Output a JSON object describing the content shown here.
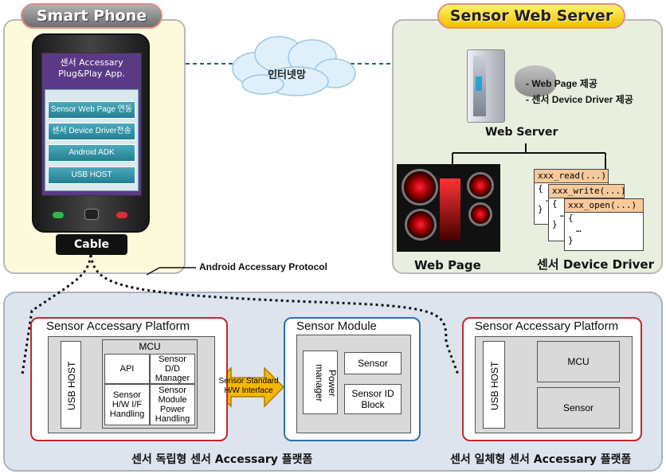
{
  "smartphone": {
    "title": "Smart Phone",
    "app_title_line1": "센서 Accessary",
    "app_title_line2": "Plug&Play App.",
    "menu": [
      {
        "label": "Sensor Web Page 연동"
      },
      {
        "label": "센서 Device Driver전송"
      },
      {
        "label": "Android ADK"
      },
      {
        "label": "USB HOST"
      }
    ],
    "cable_label": "Cable"
  },
  "internet_label": "인터넷망",
  "server": {
    "title": "Sensor Web Server",
    "notes": [
      "- Web Page 제공",
      "- 센서 Device Driver 제공"
    ],
    "server_label": "Web Server",
    "web_page_label": "Web Page",
    "device_driver_label": "센서 Device Driver",
    "code_cards": [
      {
        "head": "xxx_read(...)",
        "lines": [
          "{",
          "…",
          "}"
        ]
      },
      {
        "head": "xxx_write(...)",
        "lines": [
          "{",
          "…",
          "}"
        ]
      },
      {
        "head": "xxx_open(...)",
        "lines": [
          "{",
          "…",
          "}"
        ]
      }
    ]
  },
  "protocol_label": "Android Accessary Protocol",
  "platform_left": {
    "title": "Sensor Accessary Platform",
    "usb_host": "USB HOST",
    "mcu_title": "MCU",
    "cells": [
      "API",
      "Sensor D/D Manager",
      "Sensor H/W I/F Handling",
      "Sensor Module Power Handling"
    ]
  },
  "interface_label_line1": "Sensor Standard",
  "interface_label_line2": "H/W Interface",
  "sensor_module": {
    "title": "Sensor Module",
    "power_manager": "Power manager",
    "sensor": "Sensor",
    "sensor_id_block": "Sensor ID Block"
  },
  "platform_right": {
    "title": "Sensor Accessary Platform",
    "usb_host": "USB HOST",
    "mcu": "MCU",
    "sensor": "Sensor"
  },
  "captions": {
    "independent": "센서 독립형 센서 Accessary 플랫폼",
    "integrated": "센서 일체형 센서 Accessary 플랫폼"
  },
  "colors": {
    "phone_panel": "#fdfadb",
    "server_panel": "#e9efdf",
    "bottom_panel": "#dde4ee",
    "platform_border": "#c0282f",
    "module_border": "#2f6eb5",
    "arrow_fill": "#f5b800",
    "menu_button": "#2f93a7",
    "app_screen": "#5a3a86"
  }
}
